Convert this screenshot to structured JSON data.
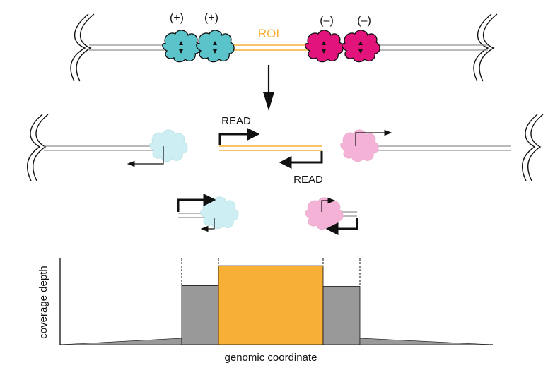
{
  "labels": {
    "plus_1": "(+)",
    "plus_2": "(+)",
    "minus_1": "(–)",
    "minus_2": "(–)",
    "roi": "ROI",
    "read_top": "READ",
    "read_bottom": "READ",
    "y_axis": "coverage depth",
    "x_axis": "genomic coordinate"
  },
  "colors": {
    "teal": "#5bc4cb",
    "magenta": "#e2137b",
    "teal_light": "#cdeef2",
    "pink_light": "#f3b2d6",
    "roi": "#f7b035",
    "dna": "#909090",
    "flank": "#999999",
    "ink": "#111111"
  },
  "coverage": {
    "profile": [
      {
        "segment": "left-tail",
        "depth_start": 0,
        "depth_end": 0.08
      },
      {
        "segment": "left-shoulder",
        "depth": 0.74
      },
      {
        "segment": "roi",
        "depth": 0.99
      },
      {
        "segment": "right-shoulder",
        "depth": 0.73
      },
      {
        "segment": "right-tail",
        "depth_start": 0.08,
        "depth_end": 0
      }
    ]
  }
}
